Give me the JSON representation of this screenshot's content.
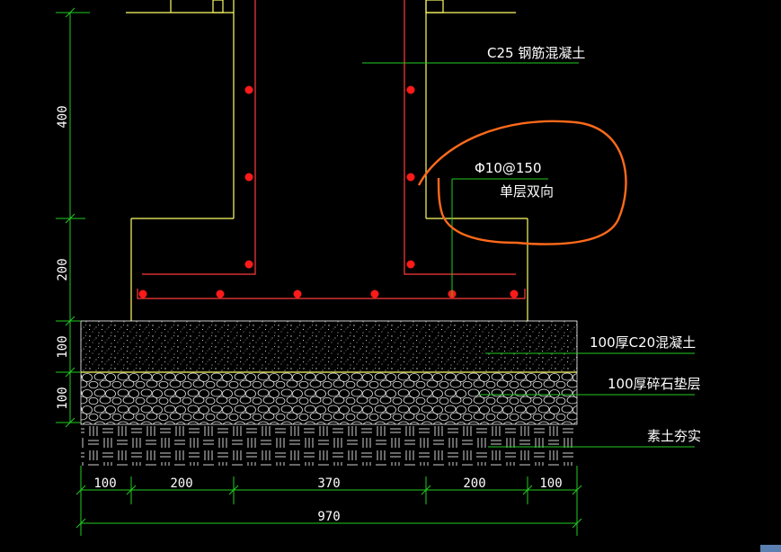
{
  "labels": {
    "concrete_grade": "C25 钢筋混凝土",
    "rebar_spec": "Φ10@150",
    "rebar_layout": "单层双向",
    "blinding_layer": "100厚C20混凝土",
    "gravel_layer": "100厚碎石垫层",
    "subgrade": "素土夯实"
  },
  "dims_vertical": {
    "wall_height": "400",
    "footing_height": "200",
    "blinding_thickness": "100",
    "gravel_thickness": "100"
  },
  "dims_horizontal": {
    "left_edge": "100",
    "left_step": "200",
    "wall_width": "370",
    "right_step": "200",
    "right_edge": "100",
    "total_width": "970"
  },
  "colors": {
    "background": "#000000",
    "concrete_outline": "#ffff66",
    "rebar_line": "#ff3b3b",
    "rebar_dot": "#ff1a1a",
    "dimension": "#22cc22",
    "annotation": "#ff6a1a",
    "text": "#ffffff"
  }
}
